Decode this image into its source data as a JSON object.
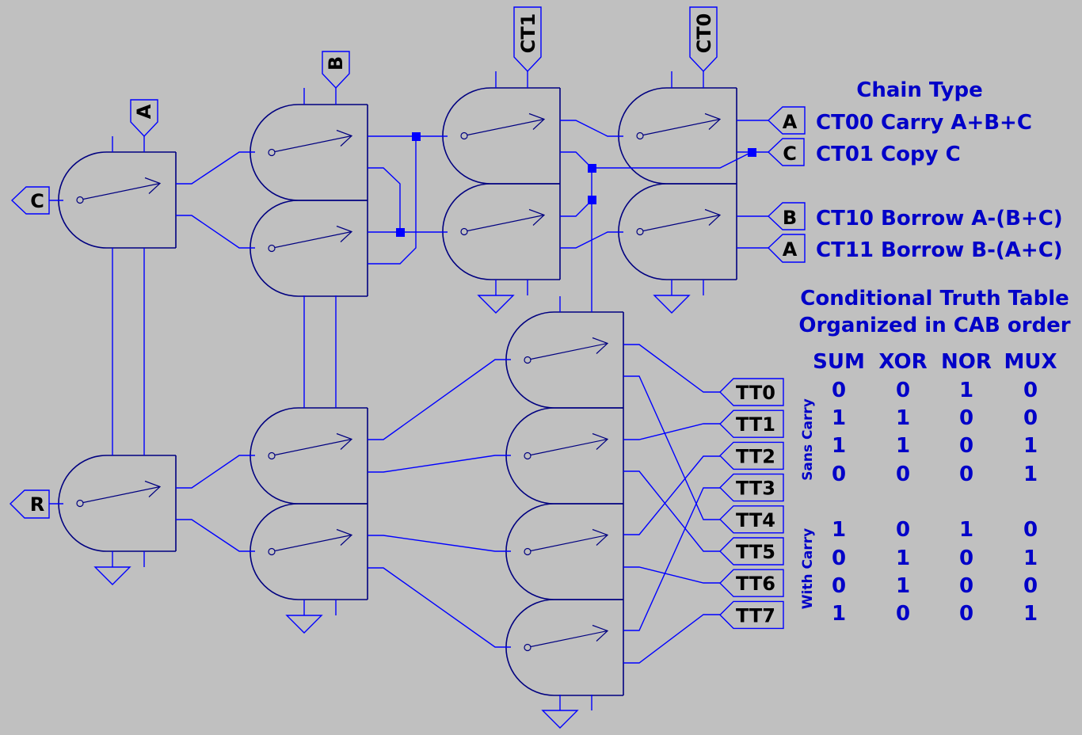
{
  "colors": {
    "background": "#c0c0c0",
    "wire": "#0000ff",
    "component": "#000080",
    "annotation": "#0000c8",
    "label_text": "#000000"
  },
  "input_flags": {
    "A_top": "A",
    "C_left": "C",
    "B_top": "B",
    "CT1": "CT1",
    "CT0": "CT0",
    "R_left": "R"
  },
  "output_flags": {
    "A1": "A",
    "C": "C",
    "B": "B",
    "A2": "A",
    "tt": [
      "TT0",
      "TT1",
      "TT2",
      "TT3",
      "TT4",
      "TT5",
      "TT6",
      "TT7"
    ]
  },
  "chain_type": {
    "title": "Chain Type",
    "items": [
      "CT00 Carry A+B+C",
      "CT01 Copy C",
      "CT10 Borrow A-(B+C)",
      "CT11 Borrow B-(A+C)"
    ]
  },
  "truth_table": {
    "title_line1": "Conditional Truth Table",
    "title_line2": "Organized in CAB order",
    "columns": [
      "SUM",
      "XOR",
      "NOR",
      "MUX"
    ],
    "groups": [
      {
        "label": "Sans Carry",
        "rows": [
          [
            "0",
            "0",
            "1",
            "0"
          ],
          [
            "1",
            "1",
            "0",
            "0"
          ],
          [
            "1",
            "1",
            "0",
            "1"
          ],
          [
            "0",
            "0",
            "0",
            "1"
          ]
        ]
      },
      {
        "label": "With Carry",
        "rows": [
          [
            "1",
            "0",
            "1",
            "0"
          ],
          [
            "0",
            "1",
            "0",
            "1"
          ],
          [
            "0",
            "1",
            "0",
            "0"
          ],
          [
            "1",
            "0",
            "0",
            "1"
          ]
        ]
      }
    ]
  }
}
